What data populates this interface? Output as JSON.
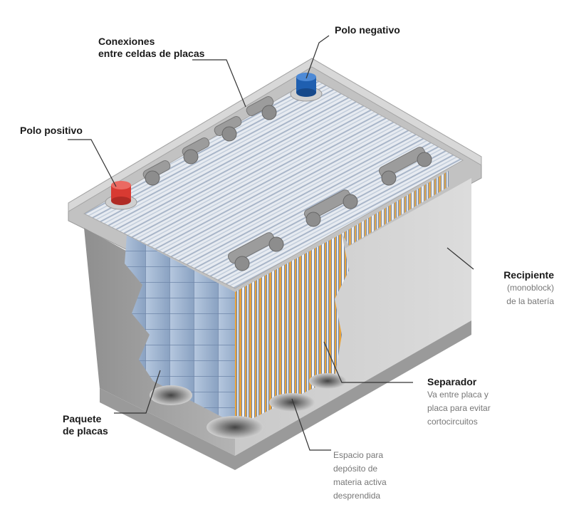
{
  "labels": {
    "conexiones": [
      "Conexiones",
      "entre celdas de placas"
    ],
    "polo_negativo": "Polo negativo",
    "polo_positivo": "Polo positivo",
    "recipiente": {
      "title": "Recipiente",
      "desc": [
        "(monoblock)",
        "de la batería"
      ]
    },
    "separador": {
      "title": "Separador",
      "desc": [
        "Va entre placa y",
        "placa para evitar",
        "cortocircuitos"
      ]
    },
    "paquete": [
      "Paquete",
      "de placas"
    ],
    "espacio": [
      "Espacio para",
      "depósito de",
      "materia activa",
      "desprendida"
    ]
  },
  "colors": {
    "positive_terminal": "#d83a32",
    "negative_terminal": "#1f5fb0",
    "casing": "#bdbdbd",
    "plate_blue": "#9eb6d4",
    "separator_orange": "#e8a23a"
  }
}
